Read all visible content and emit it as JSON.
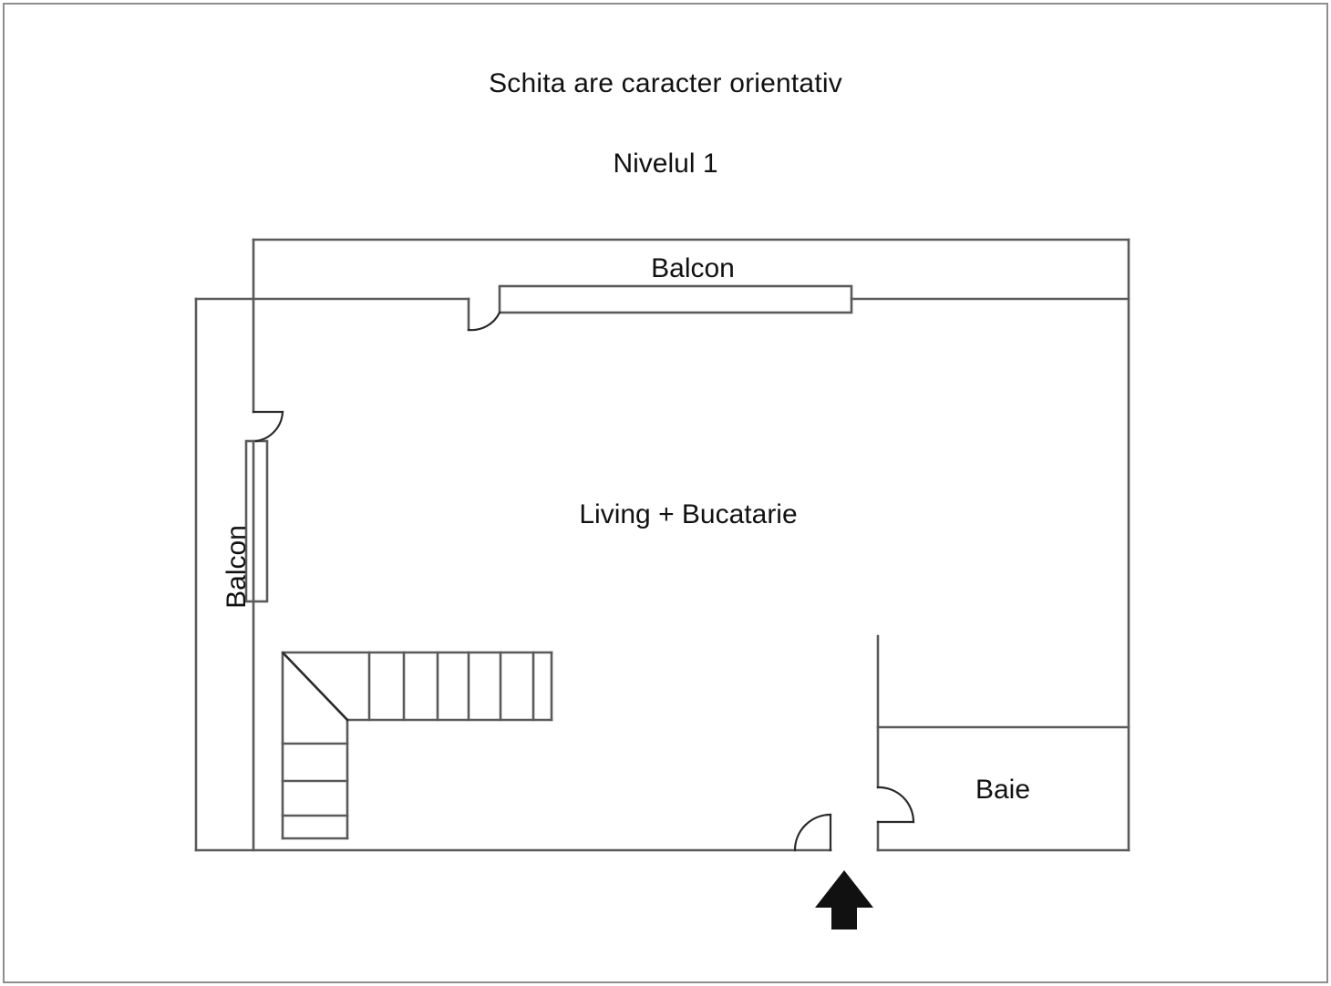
{
  "document": {
    "title_main": "Schita are caracter orientativ",
    "title_level": "Nivelul 1",
    "background_color": "#ffffff",
    "frame_color": "#8e8e8e",
    "wall_color": "#5a5a5a",
    "text_color": "#111111",
    "arrow_color": "#111111"
  },
  "rooms": [
    {
      "id": "balcon-top",
      "label": "Balcon"
    },
    {
      "id": "living",
      "label": "Living + Bucatarie"
    },
    {
      "id": "baie",
      "label": "Baie"
    },
    {
      "id": "balcon-left",
      "label": "Balcon"
    }
  ],
  "labels": {
    "balcon_top": "Balcon",
    "living": "Living + Bucatarie",
    "baie": "Baie",
    "balcon_left": "Balcon"
  },
  "features": {
    "entrance_arrow": "entrance-direction-arrow",
    "staircase": "staircase",
    "balcony_railing_top": "balcony-railing-top",
    "balcony_railing_left": "balcony-railing-left",
    "door_balcony_top": "door-swing-balcony-top",
    "door_balcony_left": "door-swing-balcony-left",
    "door_bathroom": "door-swing-bathroom",
    "door_entrance": "door-swing-entrance"
  }
}
